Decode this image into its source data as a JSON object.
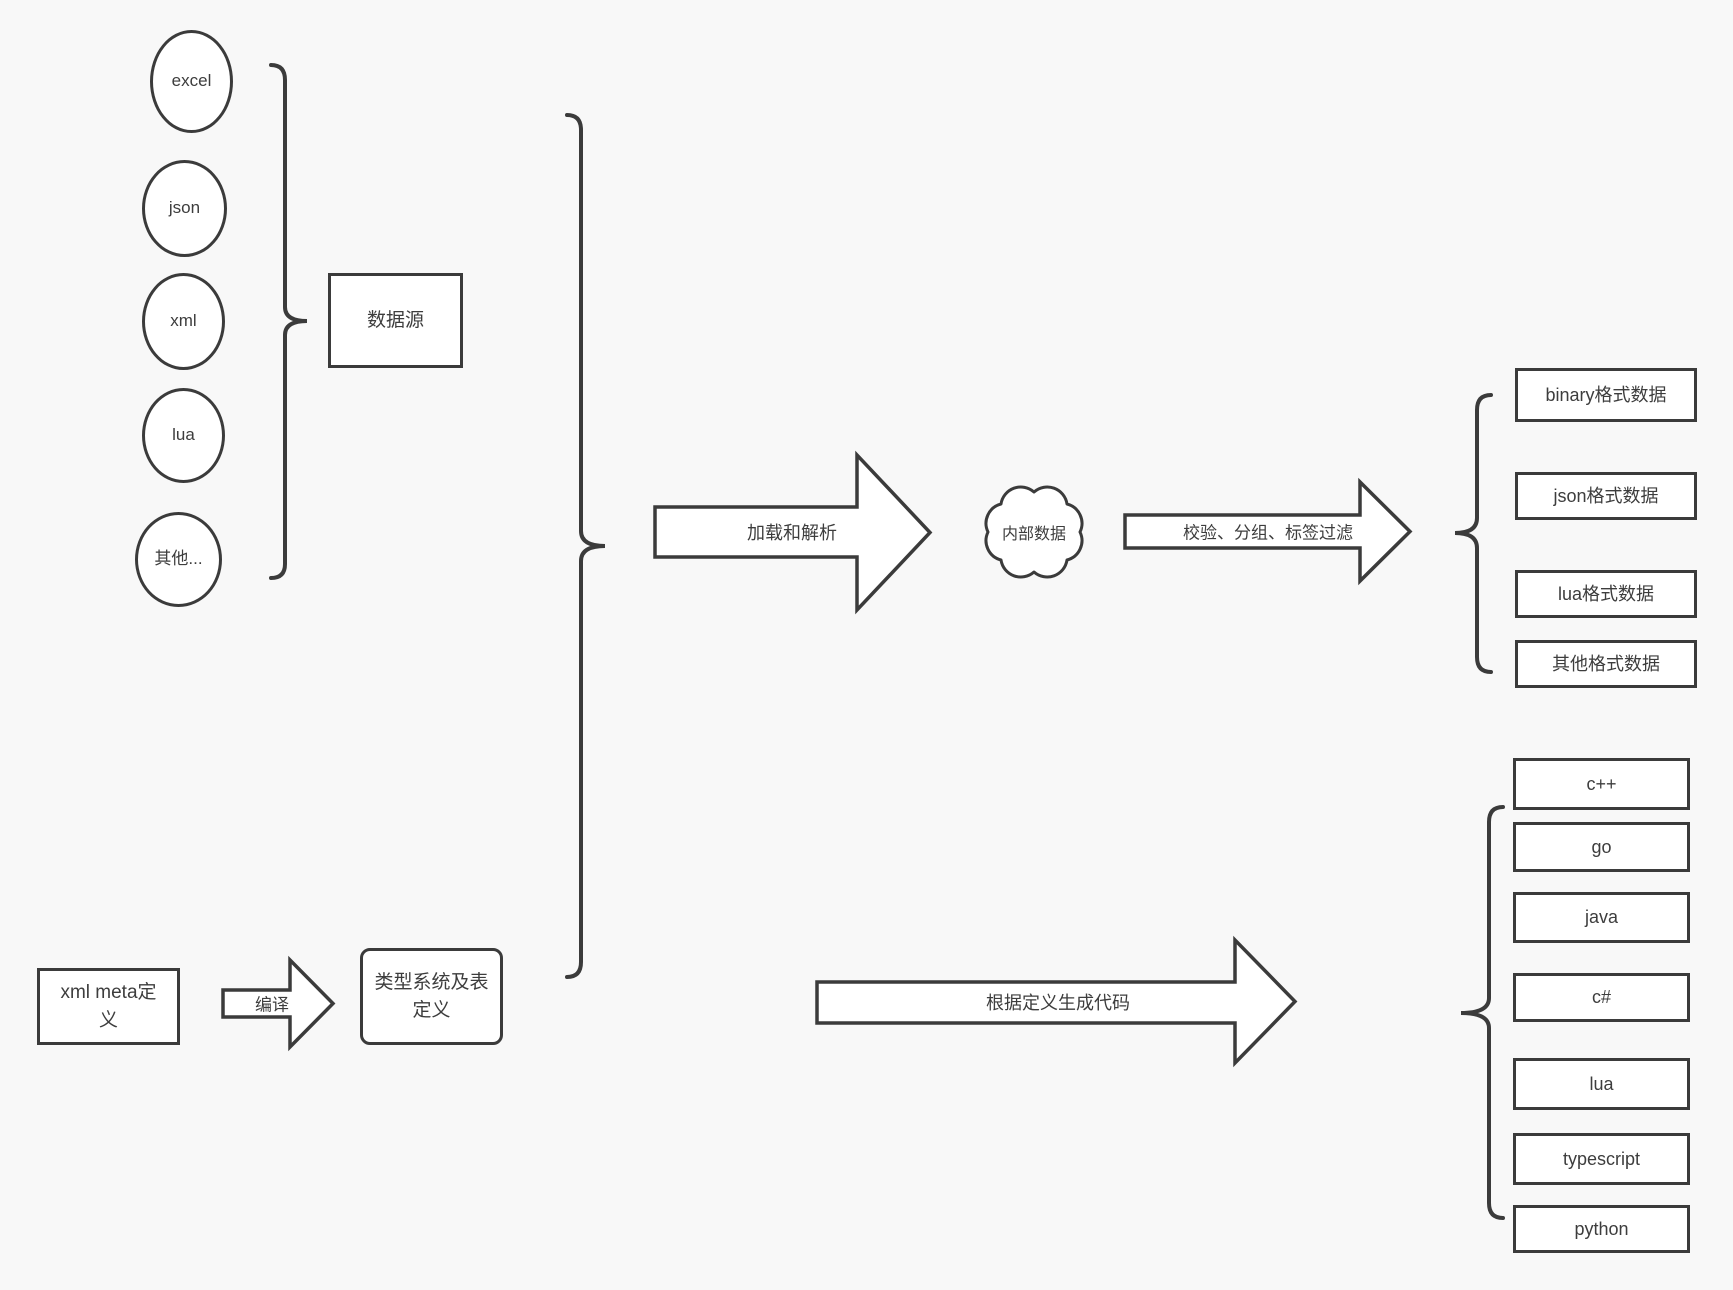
{
  "colors": {
    "background": "#f8f8f8",
    "stroke": "#3b3b3b",
    "shape_fill": "#ffffff",
    "text": "#3d3d3d"
  },
  "sources": {
    "items": [
      "excel",
      "json",
      "xml",
      "lua",
      "其他..."
    ],
    "group_label": "数据源"
  },
  "definition": {
    "xml_meta_label": "xml meta定义",
    "compile_label": "编译",
    "type_system_label": "类型系统及表定义"
  },
  "flow": {
    "load_parse_label": "加载和解析",
    "internal_data_label": "内部数据",
    "filter_label": "校验、分组、标签过滤",
    "generate_label": "根据定义生成代码"
  },
  "output_formats": [
    "binary格式数据",
    "json格式数据",
    "lua格式数据",
    "其他格式数据"
  ],
  "languages": [
    "c++",
    "go",
    "java",
    "c#",
    "lua",
    "typescript",
    "python"
  ]
}
